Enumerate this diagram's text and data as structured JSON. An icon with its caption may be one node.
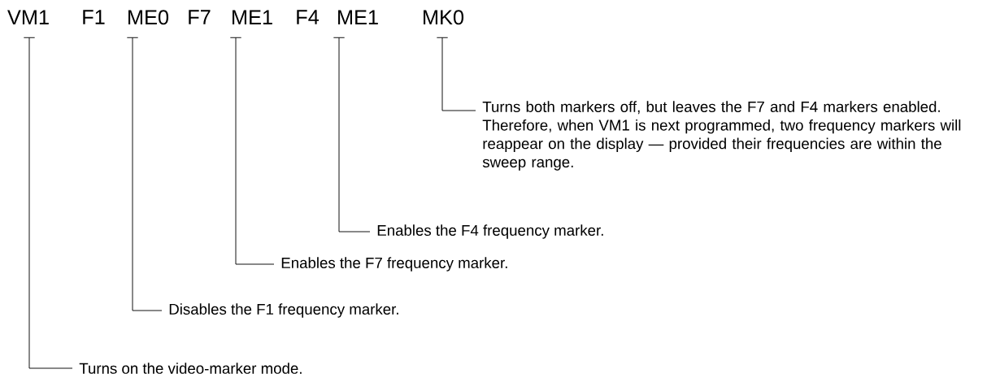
{
  "diagram": {
    "nodes": [
      {
        "text": [
          "VM1"
        ]
      },
      {
        "text": [
          "ME0"
        ]
      },
      {
        "text": [
          "ME1"
        ]
      },
      {
        "text": [
          "ME1"
        ]
      },
      {
        "text": [
          "MK0"
        ]
      },
      {
        "text": [
          "Turns both markers off, but leaves the F7 and F4 markers enabled. Therefore, when VM1 is next programmed, two frequency markers will reappear on the display — provided their frequencies are within the sweep range."
        ]
      },
      {
        "text": [
          "Enables the F4 frequency marker."
        ]
      },
      {
        "text": [
          "Enables the F7 frequency marker."
        ]
      },
      {
        "text": [
          "Disables the F1 frequency marker."
        ]
      },
      {
        "text": [
          "Turns on the video-marker mode."
        ]
      }
    ],
    "edges": [
      {
        "from": 0,
        "to": 9,
        "arrow": "none"
      },
      {
        "from": 1,
        "to": 8,
        "arrow": "none"
      },
      {
        "from": 2,
        "to": 7,
        "arrow": "none"
      },
      {
        "from": 3,
        "to": 6,
        "arrow": "none"
      },
      {
        "from": 4,
        "to": 5,
        "arrow": "none"
      }
    ],
    "labels": [
      "F1",
      "F7",
      "F4"
    ]
  }
}
